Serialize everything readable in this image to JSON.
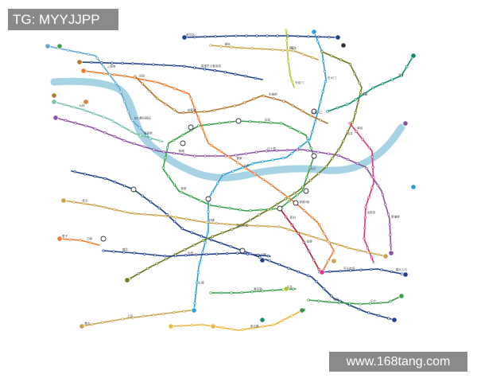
{
  "watermarks": {
    "top_left": "TG: MYYJJPP",
    "bottom_right": "www.168tang.com"
  },
  "map": {
    "river_color": "#a7d4e4",
    "lines": [
      {
        "name": "line-1",
        "color": "#1f3f8f"
      },
      {
        "name": "line-2",
        "color": "#3aa14a"
      },
      {
        "name": "line-3",
        "color": "#f07a2a"
      },
      {
        "name": "line-4",
        "color": "#2b9ed8"
      },
      {
        "name": "line-5",
        "color": "#8b50a4"
      },
      {
        "name": "line-6",
        "color": "#b5762b"
      },
      {
        "name": "line-7",
        "color": "#6f7a1e"
      },
      {
        "name": "line-8",
        "color": "#e3317d"
      },
      {
        "name": "line-9",
        "color": "#c9a24a"
      },
      {
        "name": "line-airport",
        "color": "#5fa8d3"
      },
      {
        "name": "line-gyeongui",
        "color": "#77c4a3"
      },
      {
        "name": "line-shinbundang",
        "color": "#b11f3b"
      },
      {
        "name": "line-suin",
        "color": "#f2b43c"
      },
      {
        "name": "line-ui",
        "color": "#b7c52c"
      },
      {
        "name": "line-gyeongchun",
        "color": "#0c8e72"
      }
    ],
    "transfer_stations": [
      "东大门",
      "首尔站",
      "市厅",
      "钟路3街",
      "往十里",
      "高速巴士客运站",
      "蚕室",
      "江南",
      "金浦机场",
      "弘大入口",
      "舍堂",
      "九老"
    ],
    "station_labels": [
      "首尔站",
      "市厅",
      "钟路3街",
      "东大门",
      "往十里",
      "弘大入口",
      "合井",
      "汝矣岛",
      "龙山",
      "三角地",
      "梨泰院",
      "新村",
      "忠正路",
      "光化门",
      "安国",
      "惠化",
      "城北",
      "清凉里",
      "建大入口",
      "蚕室",
      "江南",
      "教大",
      "高速巴士客运站",
      "舍堂",
      "冠岳",
      "九老",
      "新道林",
      "永登浦",
      "金浦机场",
      "麻谷",
      "开峰",
      "加山数码园区",
      "大林",
      "宣陵",
      "三成",
      "驿三",
      "良才",
      "道谷",
      "水西",
      "文井",
      "可乐市场",
      "千户",
      "君子",
      "上凤",
      "中和",
      "石溪",
      "倭家",
      "孔德",
      "阿岘",
      "东庙前"
    ]
  }
}
